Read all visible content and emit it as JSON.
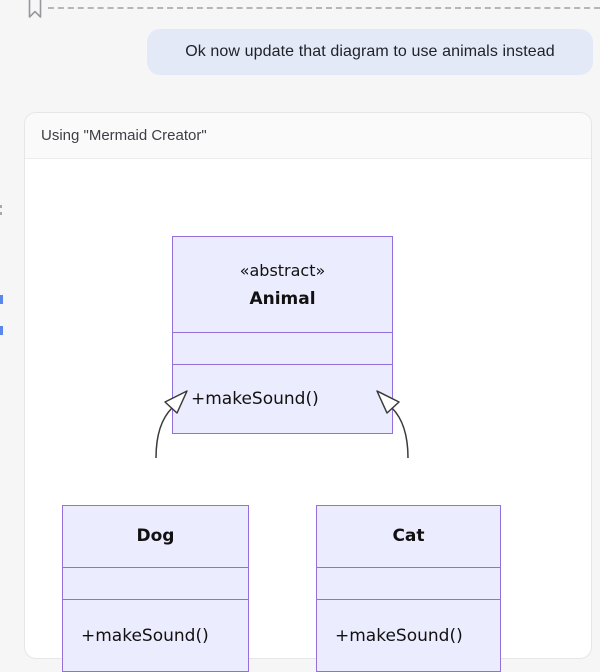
{
  "page": {
    "background": "#f6f6f7",
    "bubble_color": "#e4e9f8"
  },
  "top_bar": {
    "bookmark_icon": "bookmark-outline",
    "divider_style": "dashed"
  },
  "user_message": {
    "text": "Ok now update that diagram to use animals instead"
  },
  "tool_card": {
    "header_label": "Using \"Mermaid Creator\""
  },
  "diagram": {
    "type": "class-diagram",
    "colors": {
      "fill": "#ececff",
      "border": "#9370db",
      "line": "#3a3a3a"
    },
    "classes": [
      {
        "annotation": "«abstract»",
        "name": "Animal",
        "attributes": [],
        "methods": [
          "+makeSound()"
        ]
      },
      {
        "annotation": "",
        "name": "Dog",
        "attributes": [],
        "methods": [
          "+makeSound()"
        ]
      },
      {
        "annotation": "",
        "name": "Cat",
        "attributes": [],
        "methods": [
          "+makeSound()"
        ]
      }
    ],
    "relations": [
      {
        "from": "Dog",
        "to": "Animal",
        "type": "inheritance"
      },
      {
        "from": "Cat",
        "to": "Animal",
        "type": "inheritance"
      }
    ]
  }
}
